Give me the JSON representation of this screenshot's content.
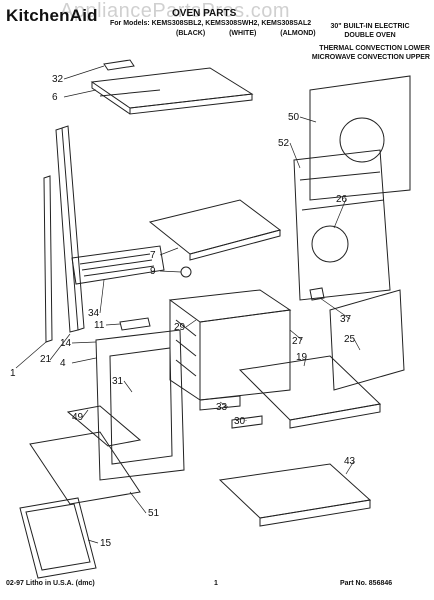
{
  "header": {
    "brand": "KitchenAid",
    "watermark": "AppliancePartsPros.com",
    "title": "OVEN PARTS",
    "models": "For Models: KEMS308SBL2, KEMS308SWH2, KEMS308SAL2",
    "colors": "(BLACK) (WHITE) (ALMOND)",
    "desc_line1": "30\" BUILT-IN ELECTRIC",
    "desc_line2": "DOUBLE OVEN",
    "desc_line3": "THERMAL CONVECTION LOWER",
    "desc_line4": "MICROWAVE CONVECTION UPPER"
  },
  "callouts": [
    "32",
    "6",
    "50",
    "52",
    "26",
    "7",
    "9",
    "34",
    "11",
    "29",
    "37",
    "21",
    "14",
    "4",
    "1",
    "27",
    "25",
    "19",
    "31",
    "49",
    "33",
    "30",
    "43",
    "51",
    "15"
  ],
  "footer": {
    "left": "02-97 Litho in U.S.A. (dmc)",
    "center": "1",
    "right": "Part No. 856846"
  }
}
